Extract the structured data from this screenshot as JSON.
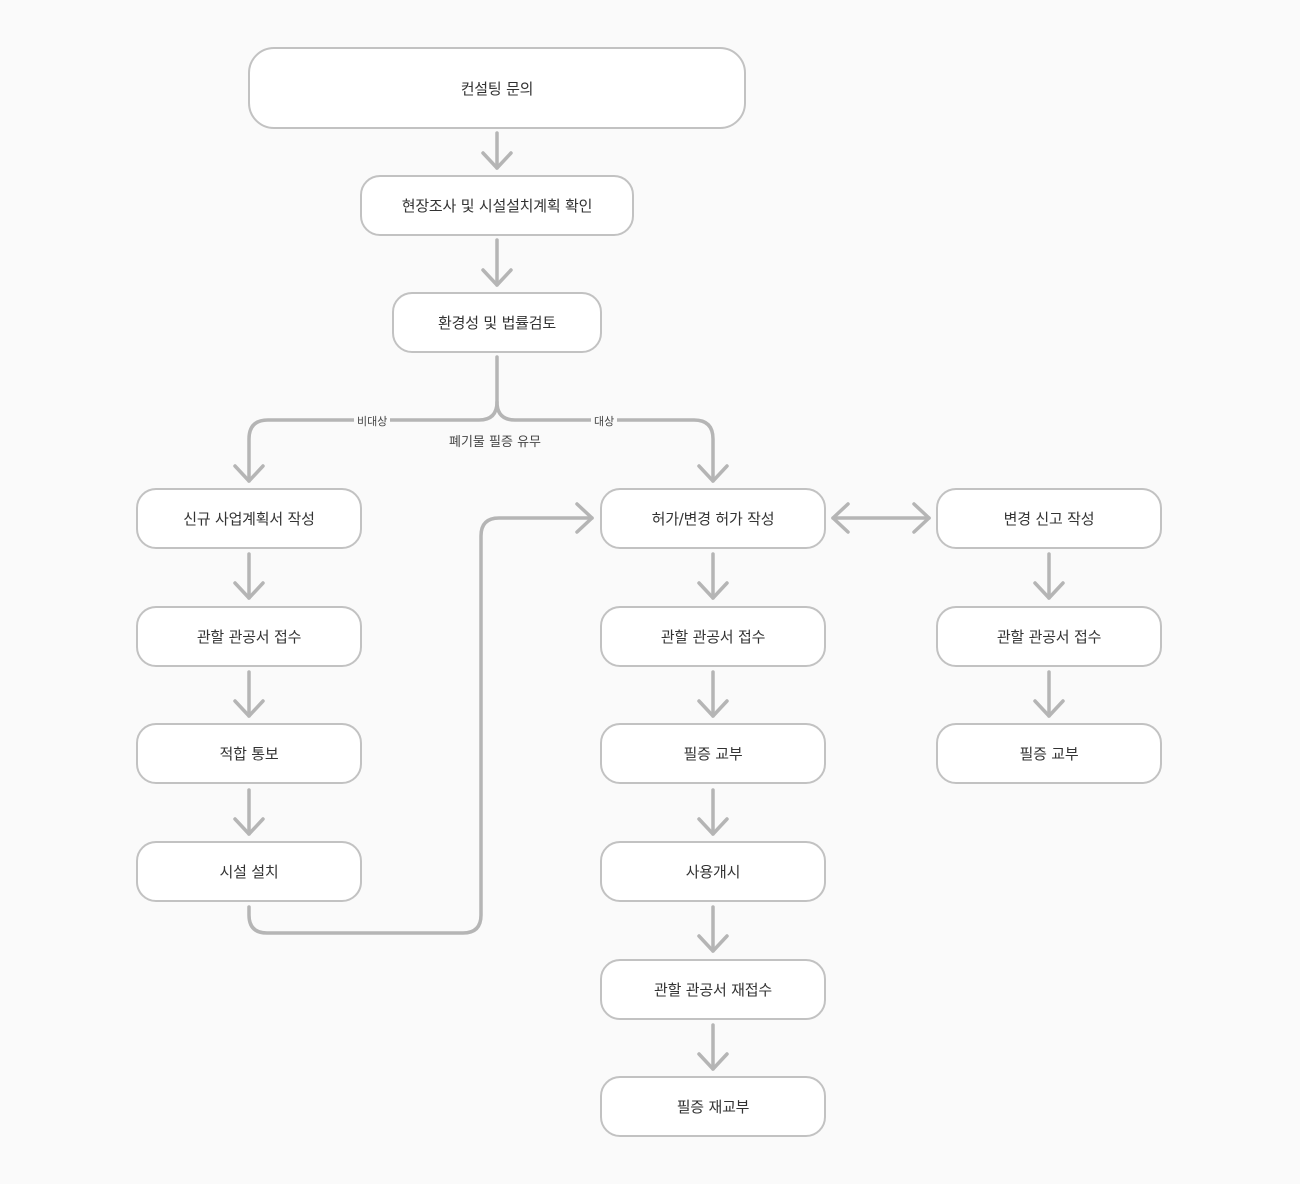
{
  "colors": {
    "background": "#fafafa",
    "node_fill": "#ffffff",
    "node_border": "#c2c2c2",
    "connector": "#b5b5b5",
    "text": "#333333"
  },
  "nodes": {
    "consulting": "컨설팅 문의",
    "site_survey": "현장조사 및 시설설치계획 확인",
    "env_review": "환경성 및 법률검토",
    "new_plan": "신규 사업계획서 작성",
    "left_receipt": "관할 관공서 접수",
    "suitability": "적합 통보",
    "facility_install": "시설 설치",
    "permit_write": "허가/변경 허가 작성",
    "mid_receipt": "관할 관공서 접수",
    "mid_issue": "필증 교부",
    "start_use": "사용개시",
    "re_receipt": "관할 관공서 재접수",
    "re_issue": "필증 재교부",
    "change_report": "변경 신고 작성",
    "right_receipt": "관할 관공서 접수",
    "right_issue": "필증 교부"
  },
  "branch": {
    "non_target": "비대상",
    "target": "대상",
    "decision": "폐기물 필증 유무"
  }
}
